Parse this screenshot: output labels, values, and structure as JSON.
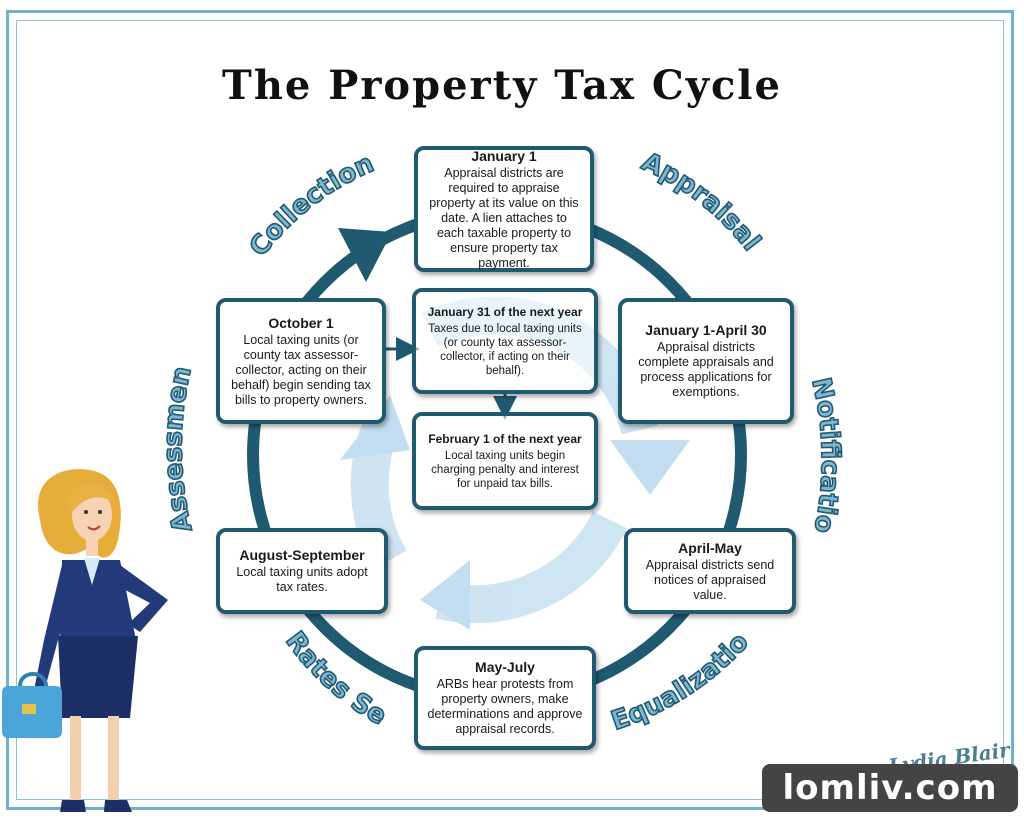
{
  "title": "The Property Tax Cycle",
  "phases": {
    "collection": "Collection",
    "appraisal": "Appraisal",
    "notification": "Notification",
    "equalization": "Equalization",
    "rates_set": "Rates Set",
    "assessment": "Assessment"
  },
  "boxes": {
    "jan1": {
      "head": "January 1",
      "body": "Appraisal districts are required to appraise property at its value on this date. A lien attaches to each taxable property to ensure property tax payment."
    },
    "jan_apr": {
      "head": "January 1-April 30",
      "body": "Appraisal districts complete appraisals and process applications for exemptions."
    },
    "apr_may": {
      "head": "April-May",
      "body": "Appraisal districts send notices of appraised value."
    },
    "may_jul": {
      "head": "May-July",
      "body": "ARBs hear protests from property owners, make determinations and approve appraisal records."
    },
    "aug_sep": {
      "head": "August-September",
      "body": "Local taxing units adopt tax rates."
    },
    "oct1": {
      "head": "October 1",
      "body": "Local taxing units (or county tax assessor-collector, acting on their behalf) begin sending tax bills to property owners."
    },
    "jan31": {
      "head": "January 31 of the next year",
      "body": "Taxes due to local taxing units (or county tax assessor-collector, if acting on their behalf)."
    },
    "feb1": {
      "head": "February 1 of the next year",
      "body": "Local taxing units begin charging penalty and interest for unpaid tax bills."
    }
  },
  "watermark": "lomliv.com",
  "signature": "Lydia Blair",
  "colors": {
    "ring": "#1f5a70",
    "phase_text": "#7fb6d4",
    "light_arrows": "#b9d9ef"
  }
}
